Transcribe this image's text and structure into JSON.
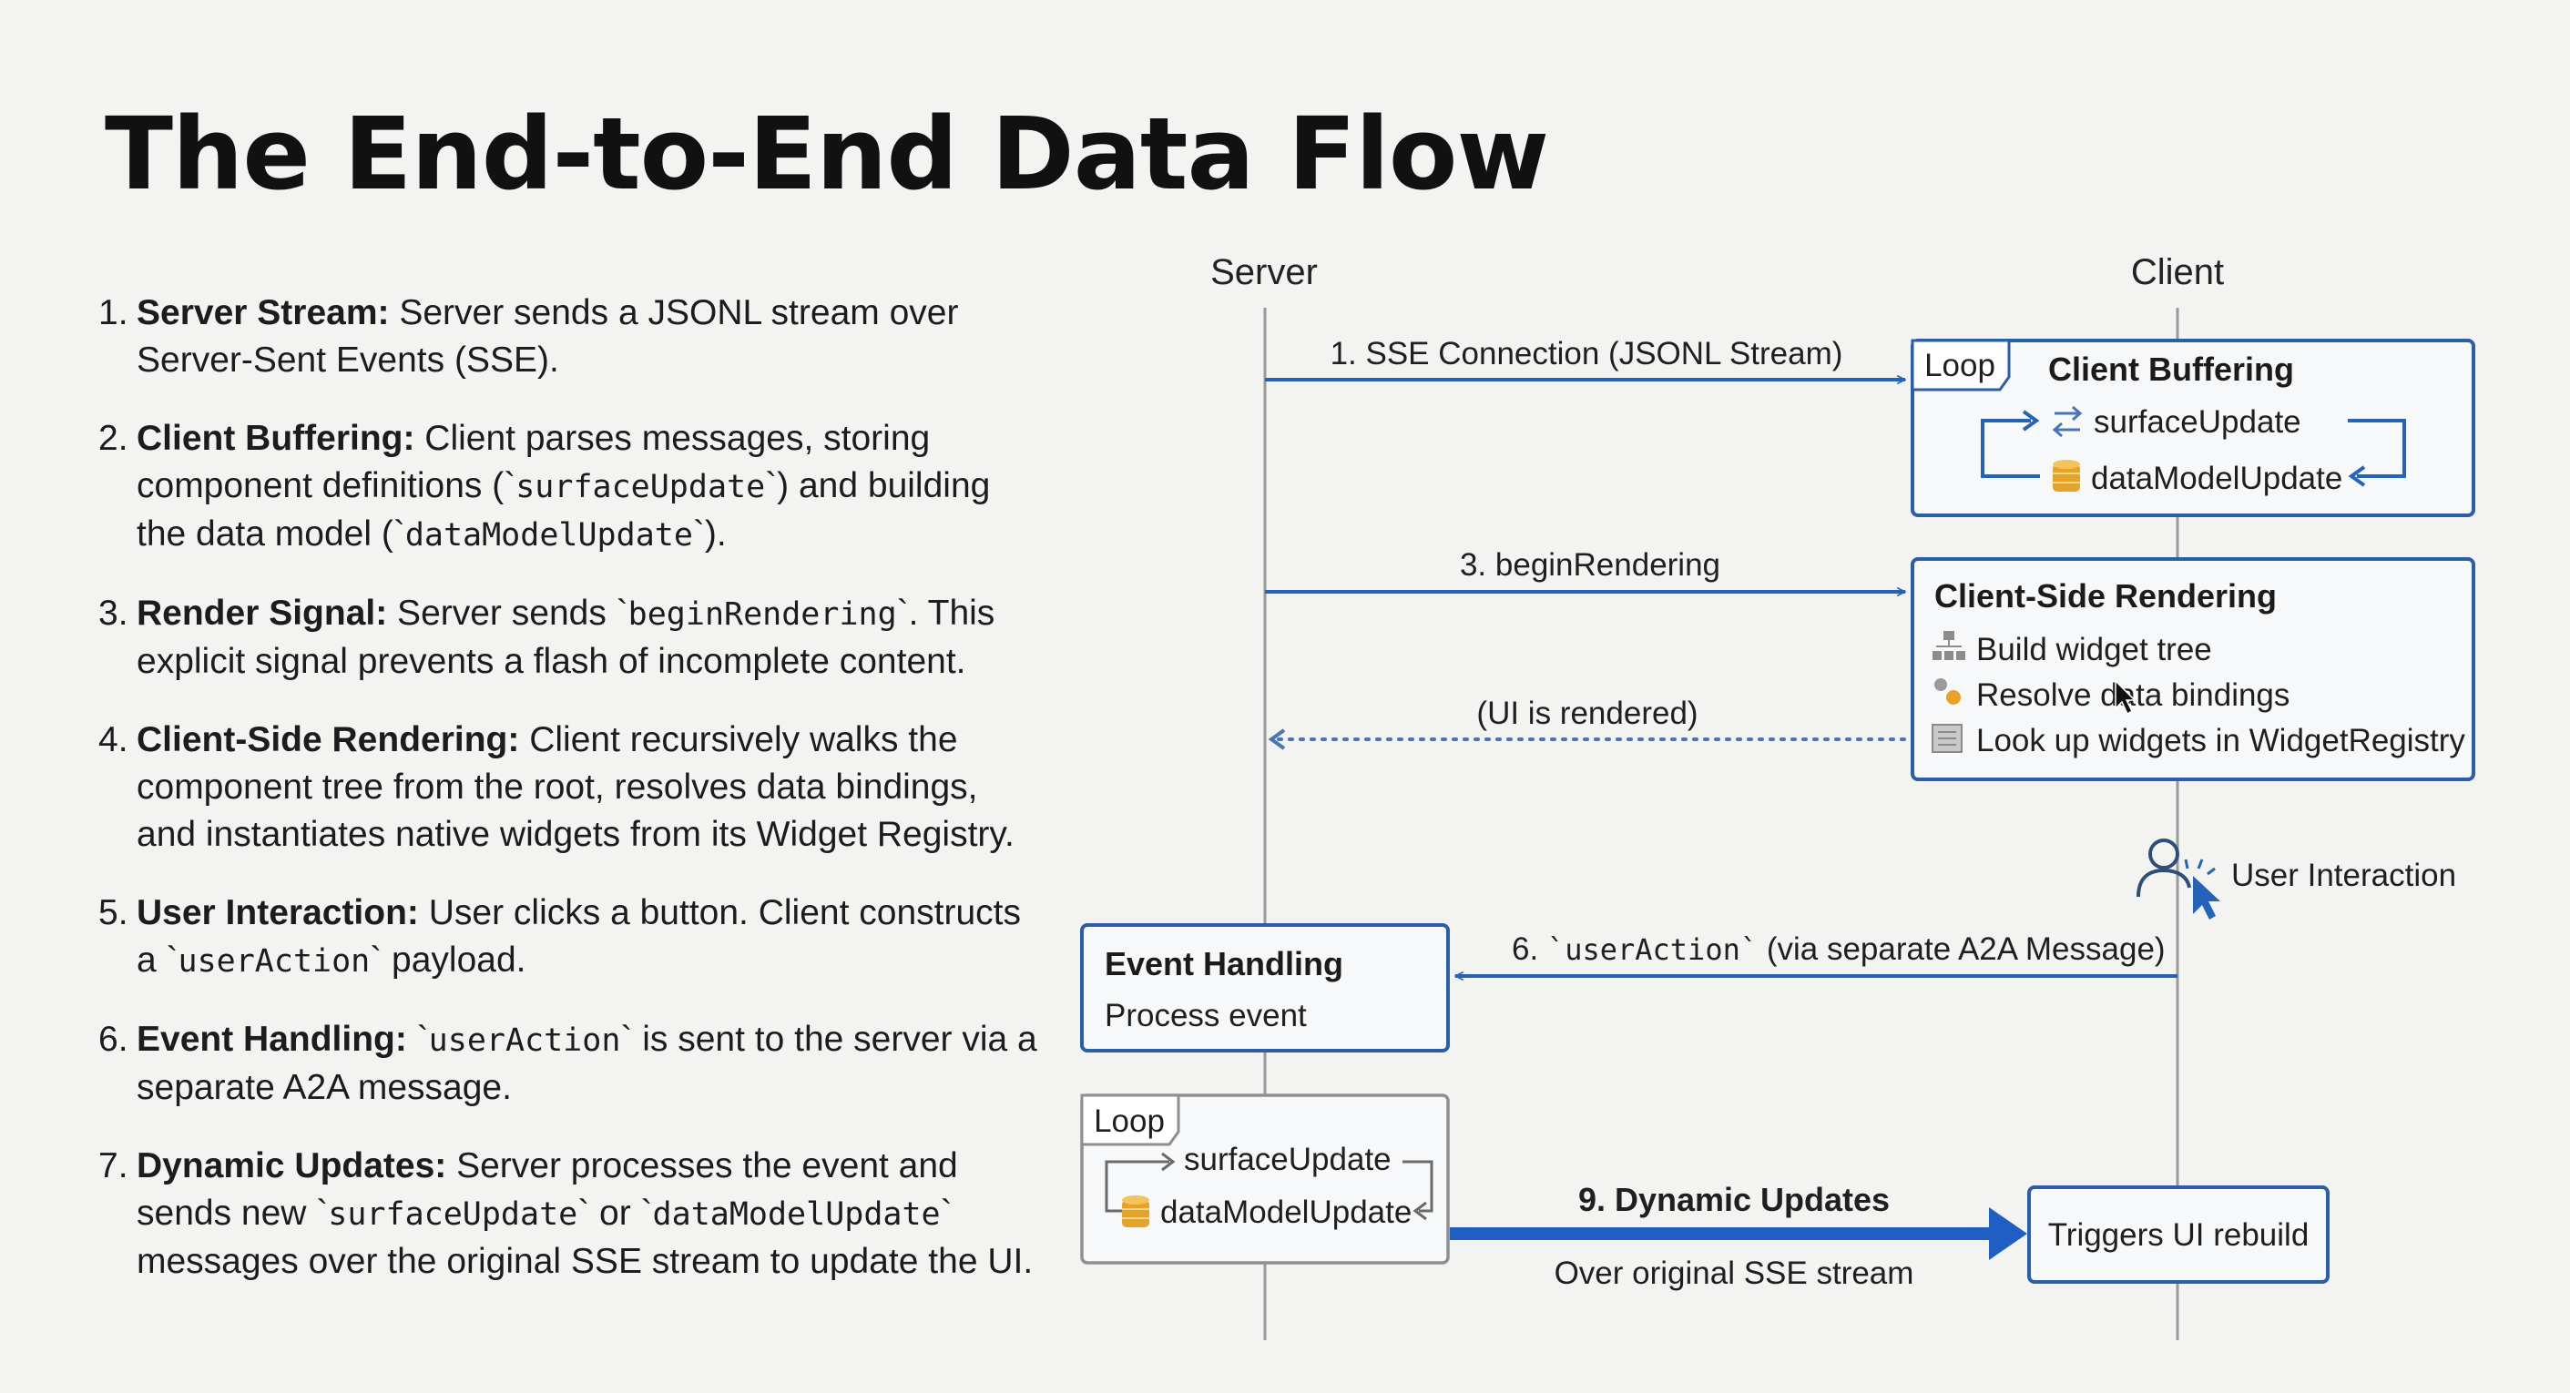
{
  "title": "The End-to-End Data Flow",
  "steps": [
    {
      "num": "1.",
      "head": "Server Stream:",
      "parts": [
        " Server sends a JSONL stream over Server-Sent Events (SSE)."
      ]
    },
    {
      "num": "2.",
      "head": "Client Buffering:",
      "parts": [
        " Client parses messages, storing component definitions (`",
        "surfaceUpdate",
        "`) and building the data model (`",
        "dataModelUpdate",
        "`)."
      ]
    },
    {
      "num": "3.",
      "head": "Render Signal:",
      "parts": [
        " Server sends `",
        "beginRendering",
        "`. This explicit signal prevents a flash of incomplete content."
      ]
    },
    {
      "num": "4.",
      "head": "Client-Side Rendering:",
      "parts": [
        " Client recursively walks the component tree from the root, resolves data bindings, and instantiates native widgets from its Widget Registry."
      ]
    },
    {
      "num": "5.",
      "head": "User Interaction:",
      "parts": [
        " User clicks a button. Client constructs a `",
        "userAction",
        "` payload."
      ]
    },
    {
      "num": "6.",
      "head": "Event Handling:",
      "parts": [
        " `",
        "userAction",
        "` is sent to the server via a separate A2A message."
      ]
    },
    {
      "num": "7.",
      "head": "Dynamic Updates:",
      "parts": [
        " Server processes the event and sends new `",
        "surfaceUpdate",
        "` or `",
        "dataModelUpdate",
        "` messages over the original SSE stream to update the UI."
      ]
    }
  ],
  "diagram": {
    "lanes": {
      "server": "Server",
      "client": "Client"
    },
    "msg1": "1. SSE Connection (JSONL Stream)",
    "msg3": "3. beginRendering",
    "msg_rendered": "(UI is rendered)",
    "msg6_prefix": "6. ",
    "msg6_code": "`userAction`",
    "msg6_suffix": " (via separate A2A Message)",
    "msg9": "9. Dynamic Updates",
    "msg9_sub": "Over original SSE stream",
    "client_buffering": {
      "tag": "Loop",
      "title": "Client Buffering",
      "item1": "surfaceUpdate",
      "item2": "dataModelUpdate"
    },
    "client_rendering": {
      "title": "Client-Side Rendering",
      "items": [
        "Build widget tree",
        "Resolve data bindings",
        "Look up widgets in WidgetRegistry"
      ]
    },
    "user_interaction": "User Interaction",
    "event_handling": {
      "title": "Event Handling",
      "text": "Process event"
    },
    "server_loop": {
      "tag": "Loop",
      "item1": "surfaceUpdate",
      "item2": "dataModelUpdate"
    },
    "rebuild": "Triggers UI rebuild"
  },
  "colors": {
    "accent": "#2563b8",
    "box_border": "#2a5ea6",
    "dotted": "#4a74b5",
    "lifeline": "#9a9a9a",
    "db_icon": "#e6a32a"
  }
}
